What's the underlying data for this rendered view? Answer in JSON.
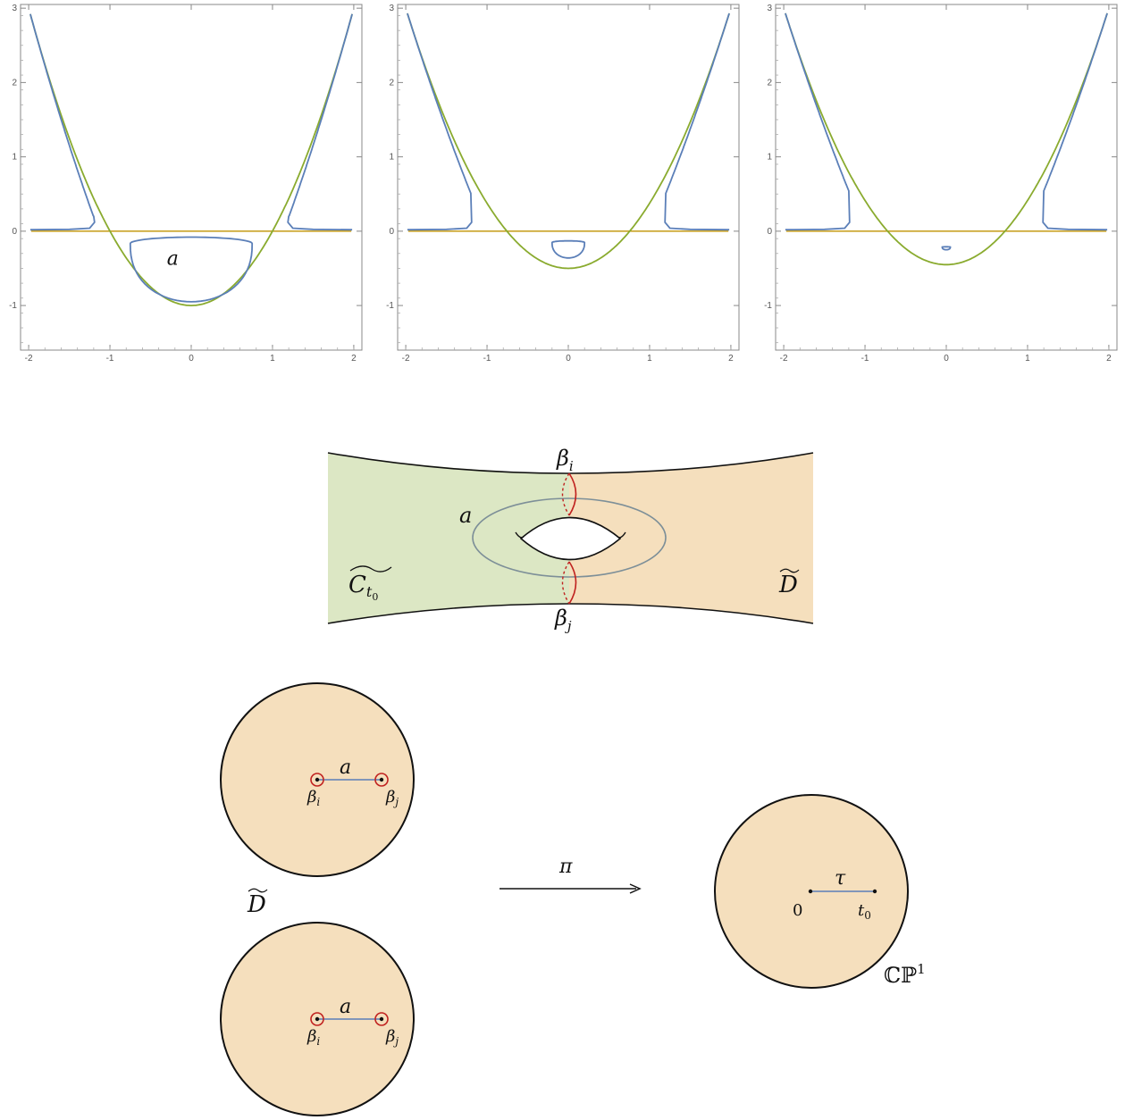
{
  "plots": [
    {
      "xticks": [
        "-2",
        "-1",
        "0",
        "1",
        "2"
      ],
      "yticks": [
        "3",
        "2",
        "1",
        "0",
        "-1"
      ],
      "annotation": "a",
      "parabola_min": -1.0,
      "loop": [
        -0.75,
        0.75,
        -0.95,
        -0.08
      ]
    },
    {
      "xticks": [
        "-2",
        "-1",
        "0",
        "1",
        "2"
      ],
      "yticks": [
        "3",
        "2",
        "1",
        "0",
        "-1"
      ],
      "annotation": "",
      "parabola_min": -0.5,
      "loop": [
        -0.2,
        0.2,
        -0.36,
        -0.13
      ]
    },
    {
      "xticks": [
        "-2",
        "-1",
        "0",
        "1",
        "2"
      ],
      "yticks": [
        "3",
        "2",
        "1",
        "0",
        "-1"
      ],
      "annotation": "",
      "parabola_min": -0.45,
      "loop": [
        -0.05,
        0.05,
        -0.25,
        -0.21
      ]
    }
  ],
  "colors": {
    "curve_blue": "#5b7fb8",
    "parabola": "#8aab2f",
    "axis_line": "#c9a227",
    "green_region": "#dce7c4",
    "orange_region": "#f5dfbd",
    "red_cycle": "#c0211f",
    "gray_cycle": "#7d8f98"
  },
  "surface": {
    "beta_top": "β",
    "beta_top_sub": "i",
    "beta_bottom": "β",
    "beta_bottom_sub": "j",
    "cycle_label": "a",
    "left_label": "C",
    "left_label_sub": "t",
    "left_label_subsub": "0",
    "right_label": "D"
  },
  "discs": {
    "cycle_label": "a",
    "beta_i": "β",
    "beta_i_sub": "i",
    "beta_j": "β",
    "beta_j_sub": "j",
    "cover_label": "D",
    "map_label": "π",
    "tau_label": "τ",
    "zero_label": "0",
    "t0_label": "t",
    "t0_sub": "0",
    "target_label": "ℂℙ",
    "target_sup": "1"
  }
}
